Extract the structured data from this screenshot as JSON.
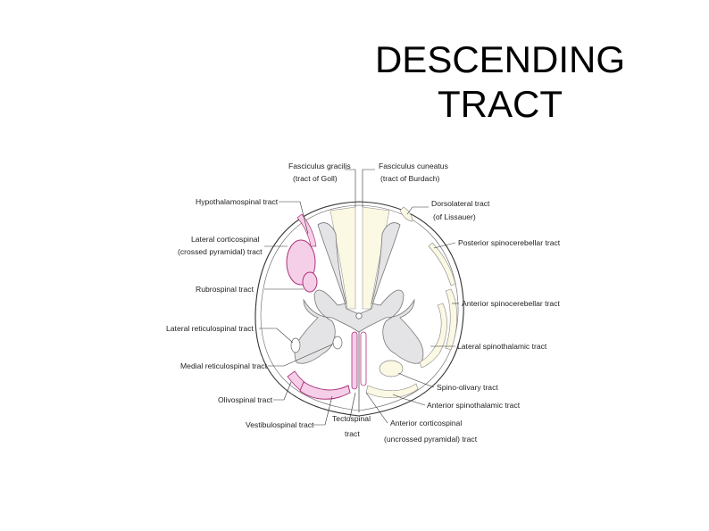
{
  "slide": {
    "title_line1": "DESCENDING",
    "title_line2": "TRACT"
  },
  "colors": {
    "descending_tract": "#f4cfe7",
    "descending_outline": "#b0327e",
    "ascending_tract": "#fbf8e3",
    "gray_matter": "#e4e4e6"
  },
  "labels": {
    "fasciculus_gracilis": "Fasciculus gracilis",
    "tract_of_goll": "(tract of Goll)",
    "fasciculus_cuneatus": "Fasciculus cuneatus",
    "tract_of_burdach": "(tract of Burdach)",
    "hypothalamospinal": "Hypothalamospinal tract",
    "lateral_corticospinal": "Lateral corticospinal",
    "crossed_pyramidal": "(crossed pyramidal) tract",
    "rubrospinal": "Rubrospinal tract",
    "lateral_reticulospinal": "Lateral reticulospinal tract",
    "medial_reticulospinal": "Medial reticulospinal tract",
    "olivospinal": "Olivospinal tract",
    "vestibulospinal": "Vestibulospinal tract",
    "tectospinal": "Tectospinal",
    "tectospinal_2": "tract",
    "anterior_corticospinal": "Anterior corticospinal",
    "uncrossed_pyramidal": "(uncrossed pyramidal) tract",
    "anterior_spinothalamic": "Anterior spinothalamic tract",
    "spino_olivary": "Spino-olivary tract",
    "lateral_spinothalamic": "Lateral spinothalamic tract",
    "anterior_spinocerebellar": "Anterior spinocerebellar tract",
    "posterior_spinocerebellar": "Posterior spinocerebellar tract",
    "dorsolateral": "Dorsolateral tract",
    "of_lissauer": "(of Lissauer)"
  }
}
